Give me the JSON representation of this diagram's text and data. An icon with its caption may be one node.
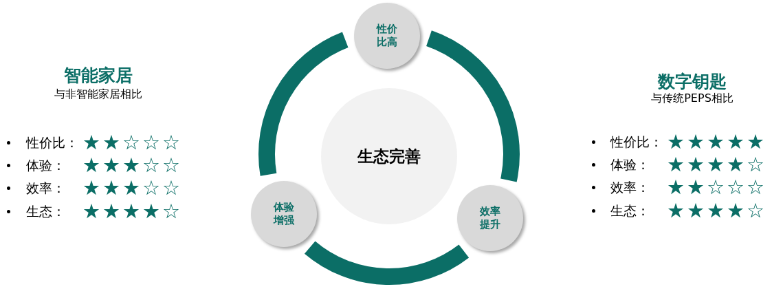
{
  "diagram": {
    "nodes": [
      {
        "text": [
          "性价比高"
        ]
      },
      {
        "text": [
          "生态完善"
        ]
      },
      {
        "text": [
          "体验增强"
        ]
      },
      {
        "text": [
          "效率提升"
        ]
      }
    ],
    "edges": [
      {
        "from": 0,
        "to": 3,
        "arrow": "none"
      },
      {
        "from": 3,
        "to": 2,
        "arrow": "none"
      },
      {
        "from": 2,
        "to": 0,
        "arrow": "none"
      }
    ],
    "labels": [
      "智能家居",
      "与非智能家居相比",
      "性价比：",
      "★★☆☆☆",
      "体验：",
      "★★★☆☆",
      "效率：",
      "★★★☆☆",
      "生态：",
      "★★★★☆",
      "数字钥匙",
      "与传统PEPS相比",
      "性价比：",
      "★★★★★",
      "体验：",
      "★★★★☆",
      "效率：",
      "★★☆☆☆",
      "生态：",
      "★★★★☆"
    ]
  }
}
